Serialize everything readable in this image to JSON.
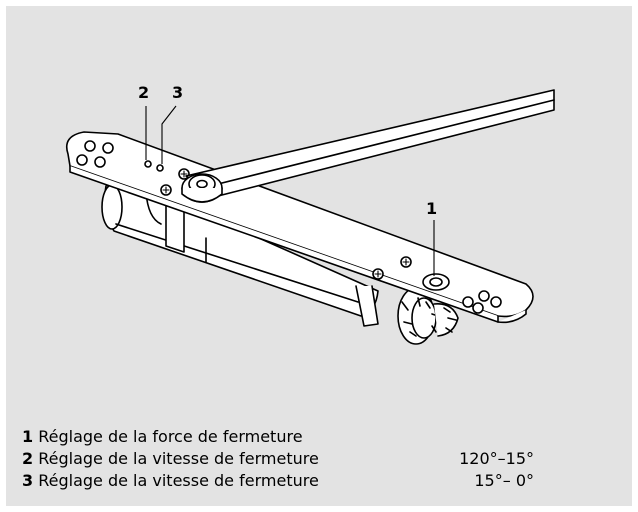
{
  "callouts": {
    "c1": "1",
    "c2": "2",
    "c3": "3"
  },
  "legend": [
    {
      "num": "1",
      "text": "Réglage de la force de fermeture",
      "angle": ""
    },
    {
      "num": "2",
      "text": "Réglage de la vitesse de fermeture",
      "angle": "120°–15°"
    },
    {
      "num": "3",
      "text": "Réglage de la vitesse de fermeture",
      "angle": "15°– 0°"
    }
  ],
  "colors": {
    "background": "#e3e3e3",
    "stroke": "#000000",
    "part_fill": "#ffffff"
  }
}
